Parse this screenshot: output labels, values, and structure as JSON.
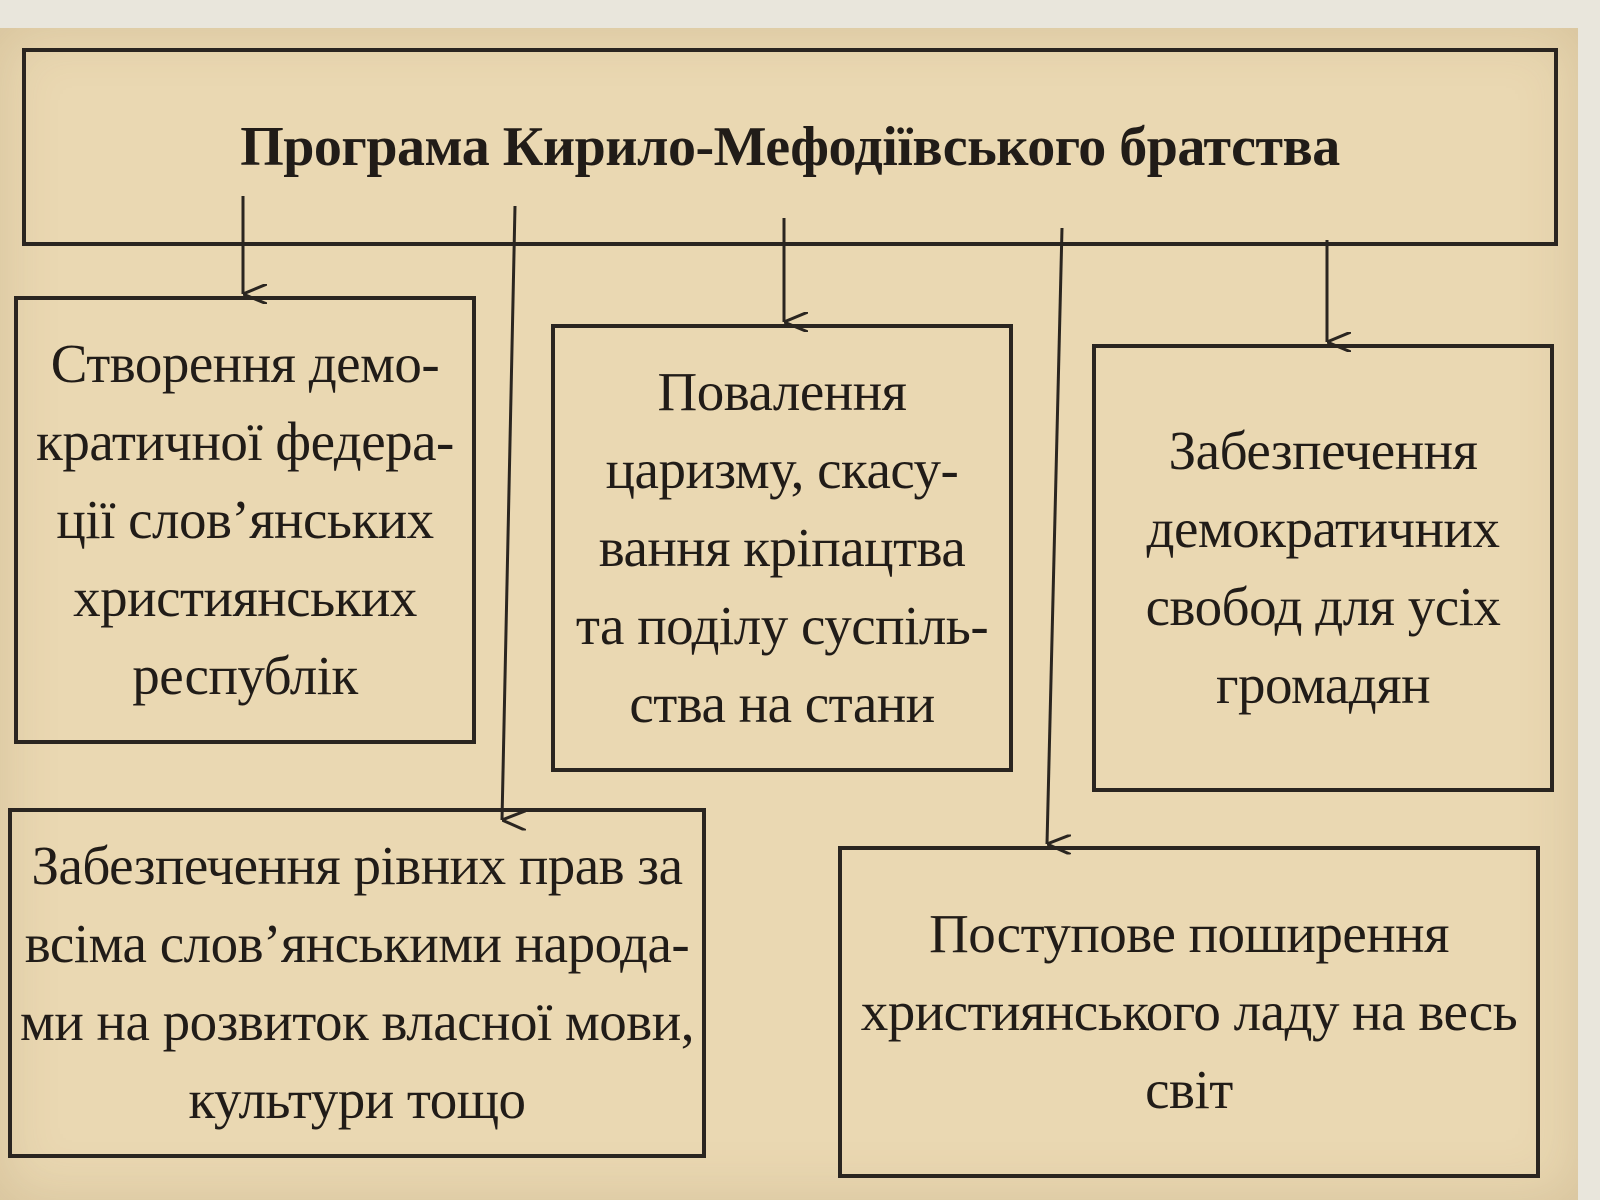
{
  "title": "Програма Кирило-Мефодіївського братства",
  "nodes": {
    "federation": "Створення демо-\nкратичної федера-\nції слов’янських\nхристиянських\nреспублік",
    "tsarism": "Повалення\nцаризму, скасу-\nвання кріпацтва\nта поділу суспіль-\nства на стани",
    "freedoms": "Забезпечення\nдемократичних\nсвобод для усіх\nгромадян",
    "equal_rights": "Забезпечення рівних прав за\nвсіма слов’янськими народа-\nми на розвиток власної мови,\nкультури тощо",
    "christianity": "Поступове поширення\nхристиянського ладу на весь\nсвіт"
  },
  "colors": {
    "paper": "#ead8b2",
    "ink": "#2a2520"
  }
}
